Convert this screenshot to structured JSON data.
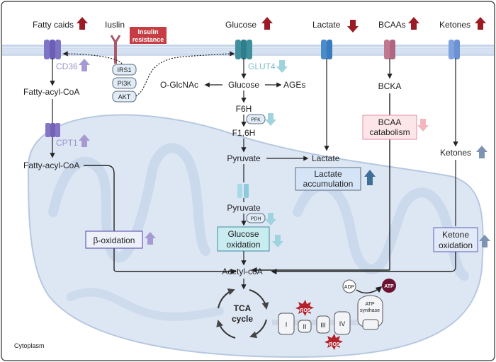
{
  "metabolites": {
    "fatty_acids": "Fatty caids",
    "insulin": "Iuslin",
    "glucose_top": "Glucose",
    "lactate_top": "Lactate",
    "bcaas": "BCAAs",
    "ketones_top": "Ketones"
  },
  "insulin_resistance": [
    "Insulin",
    "resistance"
  ],
  "transporters": {
    "cd36": "CD36",
    "glut4": "GLUT4",
    "cpt1": "CPT1"
  },
  "signaling": [
    "IRS1",
    "PI3K",
    "AKT"
  ],
  "glycolysis": {
    "glucose": "Glucose",
    "o_glcnac": "O-GlcNAc",
    "ages": "AGEs",
    "f6h": "F6H",
    "pfk": "PFK",
    "f16h": "F1,6H",
    "pyruvate": "Pyruvate",
    "lactate": "Lactate"
  },
  "fatty_acyl_coa_1": "Fatty-acyl-CoA",
  "fatty_acyl_coa_2": "Fatty-acyl-CoA",
  "bcka": "BCKA",
  "bcaa_catabolism": [
    "BCAA",
    "catabolism"
  ],
  "ketones_mid": "Ketones",
  "lactate_accumulation": [
    "Lactate",
    "accumulation"
  ],
  "mito": {
    "pyruvate": "Pyruvate",
    "pdh": "PDH",
    "glucose_oxidation": [
      "Glucose",
      "oxidation"
    ],
    "beta_oxidation": "β-oxidation",
    "ketone_oxidation": [
      "Ketone",
      "oxidation"
    ],
    "acetyl_coa": "Acetyl-coA",
    "tca": [
      "TCA",
      "cycle"
    ],
    "complexes": [
      "I",
      "II",
      "III",
      "IV"
    ],
    "ros": "ROS",
    "adp": "ADP",
    "atp": "ATP",
    "atp_synthase": [
      "ATP",
      "synthase"
    ]
  },
  "cytoplasm": "Cytoplasm",
  "colors": {
    "up_red": "#9b1b24",
    "up_purple": "#a79ad3",
    "down_teal": "#9fd3de",
    "up_slate": "#7d93b2",
    "down_pink": "#f5b7bf",
    "mito_fill": "#dde7f4",
    "membrane": "#b9cfe4",
    "insulin_box": "#c63d43",
    "glucose_box": "#c9ecf1",
    "lactate_box": "#d6e4f7",
    "bcaa_box": "#fde6ea"
  }
}
